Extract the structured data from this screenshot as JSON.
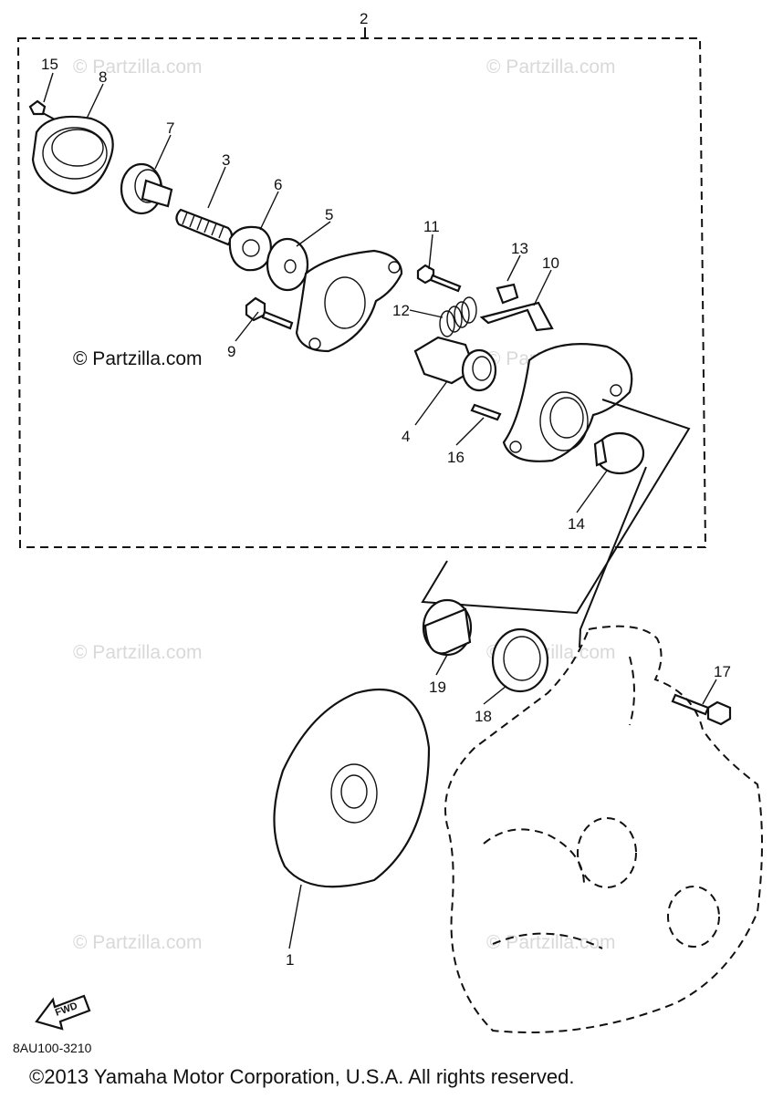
{
  "assembly_callout": "2",
  "callouts": {
    "p1": "1",
    "p3": "3",
    "p4": "4",
    "p5": "5",
    "p6": "6",
    "p7": "7",
    "p8": "8",
    "p9": "9",
    "p10": "10",
    "p11": "11",
    "p12": "12",
    "p13": "13",
    "p14": "14",
    "p15": "15",
    "p16": "16",
    "p17": "17",
    "p18": "18",
    "p19": "19"
  },
  "watermarks": {
    "faint": "© Partzilla.com",
    "prominent": "© Partzilla.com"
  },
  "fwd_label": "FWD",
  "diagram_code": "8AU100-3210",
  "copyright": "©2013  Yamaha Motor Corporation, U.S.A. All rights reserved."
}
